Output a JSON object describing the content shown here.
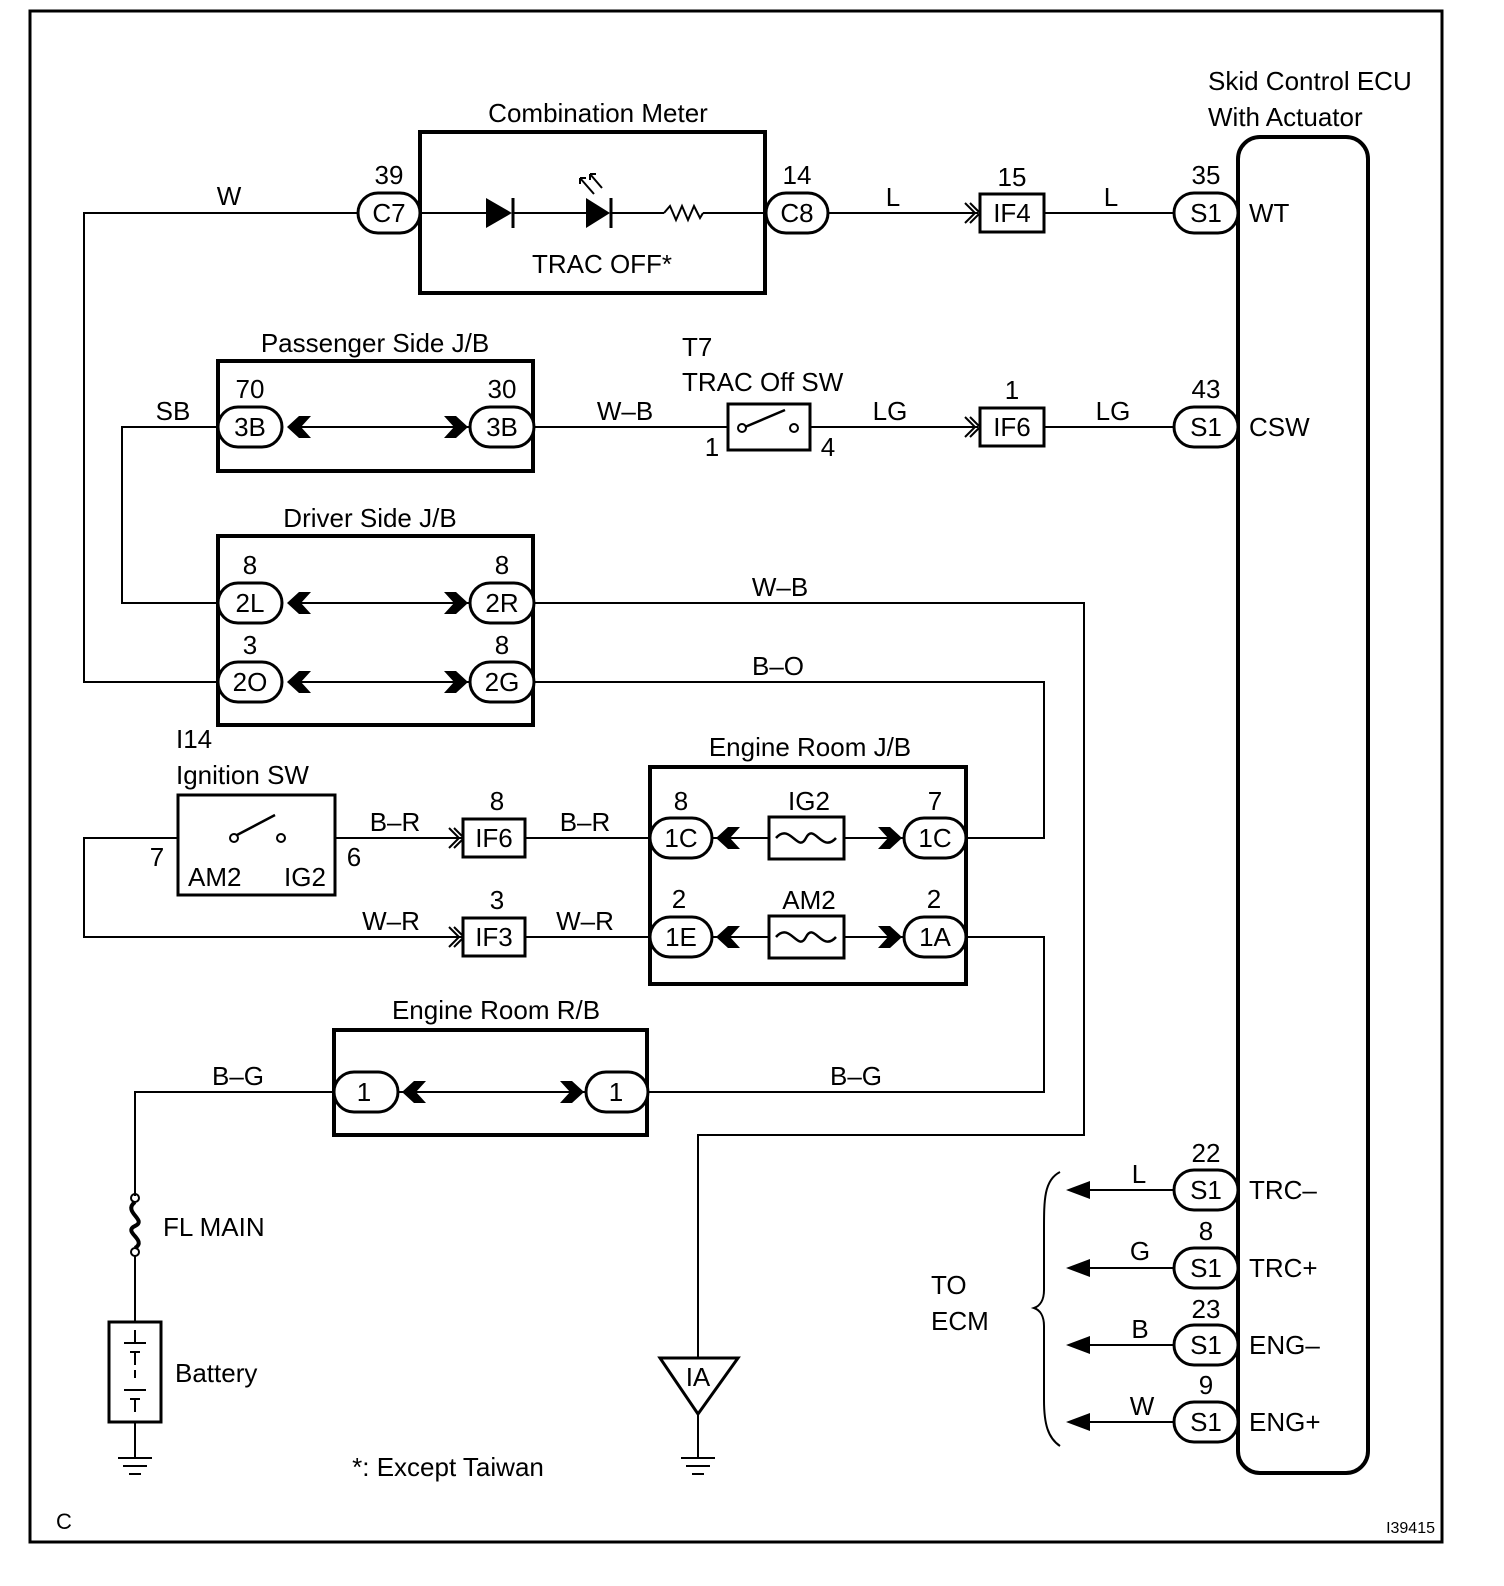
{
  "components": {
    "combination_meter": "Combination Meter",
    "trac_off_lamp": "TRAC OFF*",
    "ecu": [
      "Skid Control ECU",
      "With Actuator"
    ],
    "passenger_jb": "Passenger Side J/B",
    "trac_sw_code": "T7",
    "trac_sw_name": "TRAC Off SW",
    "driver_jb": "Driver Side J/B",
    "ign_sw_code": "I14",
    "ign_sw_name": "Ignition SW",
    "ign_am2": "AM2",
    "ign_ig2": "IG2",
    "engine_room_jb": "Engine Room J/B",
    "fuse_ig2": "IG2",
    "fuse_am2": "AM2",
    "engine_room_rb": "Engine Room R/B",
    "fl_main": "FL MAIN",
    "battery": "Battery",
    "ground_point": "IA",
    "to_ecm": [
      "TO",
      "ECM"
    ]
  },
  "connectors": {
    "c7": {
      "code": "C7",
      "pin": "39"
    },
    "c8": {
      "code": "C8",
      "pin": "14"
    },
    "if4": {
      "code": "IF4",
      "pin": "15"
    },
    "s1_wt": {
      "code": "S1",
      "pin": "35",
      "signal": "WT"
    },
    "pjb_left": {
      "code": "3B",
      "pin": "70"
    },
    "pjb_right": {
      "code": "3B",
      "pin": "30"
    },
    "trac_sw": {
      "pin_in": "1",
      "pin_out": "4"
    },
    "if6_top": {
      "code": "IF6",
      "pin": "1"
    },
    "s1_csw": {
      "code": "S1",
      "pin": "43",
      "signal": "CSW"
    },
    "djb_2l": {
      "code": "2L",
      "pin": "8"
    },
    "djb_2r": {
      "code": "2R",
      "pin": "8"
    },
    "djb_2o": {
      "code": "2O",
      "pin": "3"
    },
    "djb_2g": {
      "code": "2G",
      "pin": "8"
    },
    "ign_sw": {
      "pin_am2": "7",
      "pin_ig2": "6"
    },
    "if6_mid": {
      "code": "IF6",
      "pin": "8"
    },
    "if3": {
      "code": "IF3",
      "pin": "3"
    },
    "erjb_1c_left": {
      "code": "1C",
      "pin": "8"
    },
    "erjb_1c_right": {
      "code": "1C",
      "pin": "7"
    },
    "erjb_1e": {
      "code": "1E",
      "pin": "2"
    },
    "erjb_1a": {
      "code": "1A",
      "pin": "2"
    },
    "errb_left": {
      "code": "1"
    },
    "errb_right": {
      "code": "1"
    },
    "s1_trc_minus": {
      "code": "S1",
      "pin": "22",
      "signal": "TRC–"
    },
    "s1_trc_plus": {
      "code": "S1",
      "pin": "8",
      "signal": "TRC+"
    },
    "s1_eng_minus": {
      "code": "S1",
      "pin": "23",
      "signal": "ENG–"
    },
    "s1_eng_plus": {
      "code": "S1",
      "pin": "9",
      "signal": "ENG+"
    }
  },
  "wire_colors": {
    "meter_feed": "W",
    "meter_to_if4": "L",
    "if4_to_ecu": "L",
    "pjb_feed": "SB",
    "pjb_to_sw": "W–B",
    "sw_to_if6": "LG",
    "if6_to_ecu": "LG",
    "djb_2r_out": "W–B",
    "djb_2g_out": "B–O",
    "ign_to_if6": "B–R",
    "if6_to_erjb": "B–R",
    "ign_am2_feed": "W–R",
    "if3_to_erjb": "W–R",
    "battery_to_rb": "B–G",
    "rb_to_erjb": "B–G",
    "ecm_trc_minus": "L",
    "ecm_trc_plus": "G",
    "ecm_eng_minus": "B",
    "ecm_eng_plus": "W"
  },
  "footnote": "*: Except Taiwan",
  "corner_letter": "C",
  "figure_id": "I39415"
}
